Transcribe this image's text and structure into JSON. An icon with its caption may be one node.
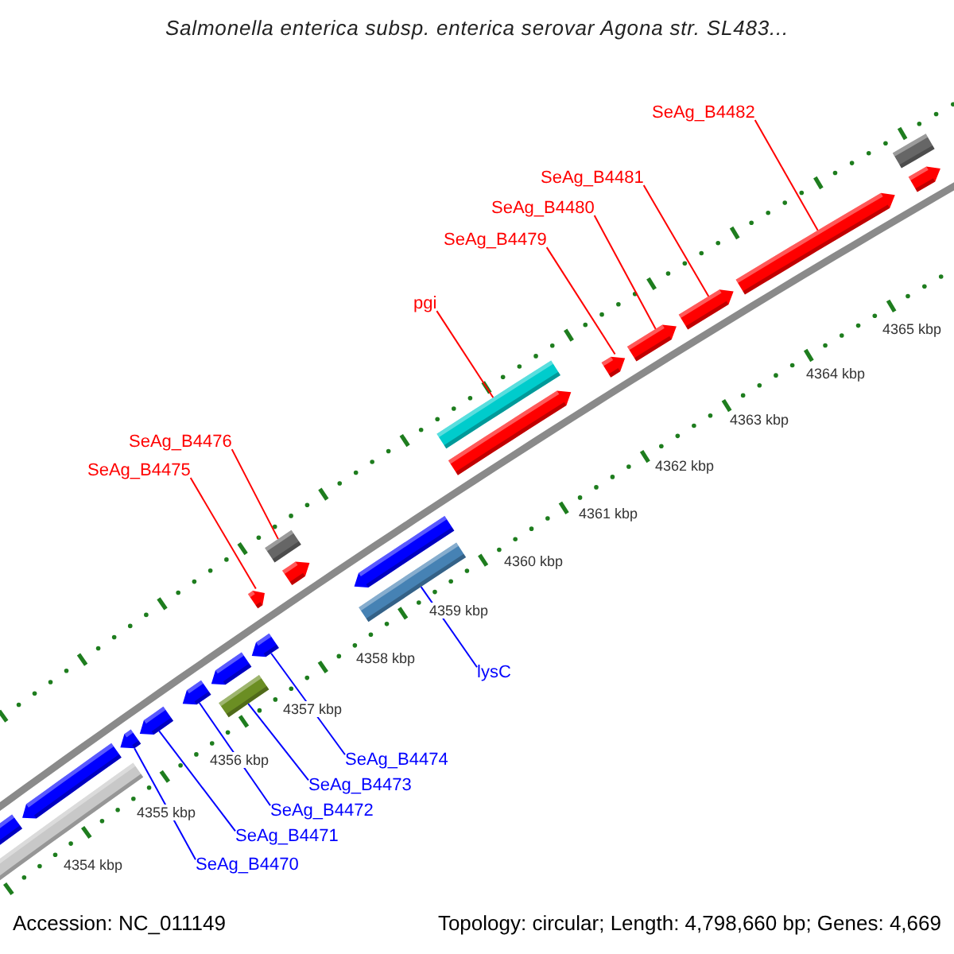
{
  "diagram": {
    "title": "Salmonella enterica subsp. enterica serovar Agona str. SL483...",
    "nodes": [
      {
        "text": [
          "SeAg_B4482"
        ]
      },
      {
        "text": [
          "SeAg_B4481"
        ]
      },
      {
        "text": [
          "SeAg_B4480"
        ]
      },
      {
        "text": [
          "SeAg_B4479"
        ]
      },
      {
        "text": [
          "pgi"
        ]
      },
      {
        "text": [
          "SeAg_B4476"
        ]
      },
      {
        "text": [
          "SeAg_B4475"
        ]
      },
      {
        "text": [
          "lysC"
        ]
      },
      {
        "text": [
          "SeAg_B4474"
        ]
      },
      {
        "text": [
          "SeAg_B4473"
        ]
      },
      {
        "text": [
          "SeAg_B4472"
        ]
      },
      {
        "text": [
          "SeAg_B4471"
        ]
      },
      {
        "text": [
          "SeAg_B4470"
        ]
      },
      {
        "text": [],
        "shape": "bar"
      },
      {
        "text": [],
        "shape": "pentagon"
      },
      {
        "text": [],
        "shape": "pentagon"
      },
      {
        "text": [],
        "shape": "pentagon"
      },
      {
        "text": [],
        "shape": "pentagon"
      },
      {
        "text": [],
        "shape": "pentagon"
      },
      {
        "text": [],
        "shape": "bar"
      },
      {
        "text": [],
        "shape": "pentagon"
      },
      {
        "text": [],
        "shape": "pentagon"
      },
      {
        "text": [],
        "shape": "pentagon"
      },
      {
        "text": [],
        "shape": "bar"
      },
      {
        "text": [],
        "shape": "pentagon"
      },
      {
        "text": [],
        "shape": "bar"
      },
      {
        "text": [],
        "shape": "pentagon"
      },
      {
        "text": [],
        "shape": "pentagon"
      },
      {
        "text": [],
        "shape": "bar"
      },
      {
        "text": [],
        "shape": "pentagon"
      },
      {
        "text": [],
        "shape": "pentagon"
      },
      {
        "text": [],
        "shape": "pentagon"
      },
      {
        "text": [],
        "shape": "pentagon"
      },
      {
        "text": [],
        "shape": "bar"
      },
      {
        "text": [],
        "shape": "pentagon"
      }
    ],
    "edges": [
      {
        "from": 0,
        "to": 32,
        "arrow": "none"
      },
      {
        "from": 1,
        "to": 31,
        "arrow": "none"
      },
      {
        "from": 2,
        "to": 30,
        "arrow": "none"
      },
      {
        "from": 3,
        "to": 29,
        "arrow": "none"
      },
      {
        "from": 4,
        "to": 28,
        "arrow": "none"
      },
      {
        "from": 5,
        "to": 23,
        "arrow": "none"
      },
      {
        "from": 6,
        "to": 22,
        "arrow": "none"
      },
      {
        "from": 7,
        "to": 25,
        "arrow": "none",
        "color": "#0000ff"
      },
      {
        "from": 8,
        "to": 21,
        "arrow": "none",
        "color": "#0000ff"
      },
      {
        "from": 9,
        "to": 19,
        "arrow": "none",
        "color": "#0000ff"
      },
      {
        "from": 10,
        "to": 18,
        "arrow": "none",
        "color": "#0000ff"
      },
      {
        "from": 11,
        "to": 17,
        "arrow": "none",
        "color": "#0000ff"
      },
      {
        "from": 12,
        "to": 16,
        "arrow": "none",
        "color": "#0000ff"
      }
    ],
    "labels": [
      "4354 kbp",
      "4355 kbp",
      "4356 kbp",
      "4357 kbp",
      "4358 kbp",
      "4359 kbp",
      "4360 kbp",
      "4361 kbp",
      "4362 kbp",
      "4363 kbp",
      "4364 kbp",
      "4365 kbp",
      "Accession: NC_011149",
      "Topology: circular; Length: 4,798,660 bp; Genes: 4,669"
    ]
  }
}
